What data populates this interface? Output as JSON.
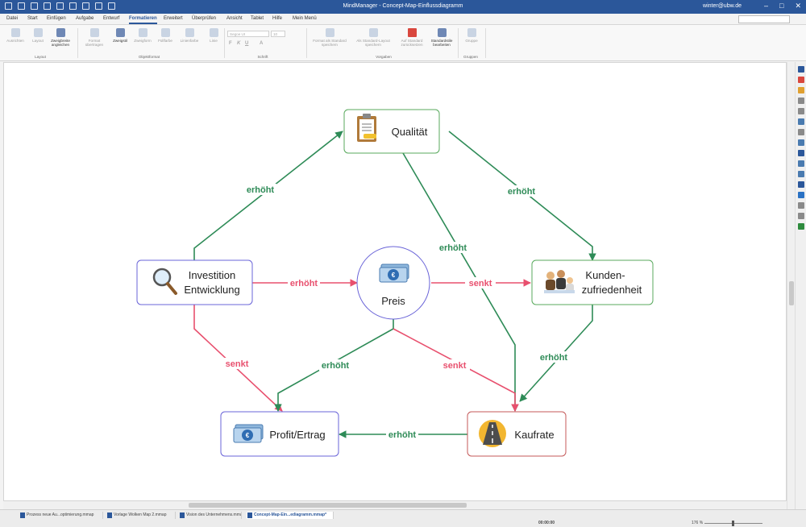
{
  "window": {
    "title": "MindManager - Concept-Map-Einflussdiagramm",
    "user": "winter@ubw.de",
    "controls": [
      "–",
      "□",
      "✕"
    ]
  },
  "menu_tabs": [
    "Datei",
    "Start",
    "Einfügen",
    "Aufgabe",
    "Entwurf",
    "Formatieren",
    "Erweitert",
    "Überprüfen",
    "Ansicht",
    "Tablet",
    "Hilfe",
    "Mein Menü"
  ],
  "active_tab": "Formatieren",
  "ribbon": {
    "groups": [
      {
        "label": "Layout",
        "buttons": [
          "Ausrichten",
          "Layout",
          "Zweigbreite angleichen"
        ]
      },
      {
        "label": "Objektformat",
        "buttons": [
          "Format übertragen",
          "Zweigstil",
          "Zweigform",
          "Füllfarbe",
          "Linienfarbe",
          "Linie"
        ]
      },
      {
        "label": "Schrift",
        "font_name": "Segoe UI",
        "font_size": "10",
        "format_buttons": [
          "F",
          "K",
          "U",
          "A"
        ]
      },
      {
        "label": "Vorgaben",
        "buttons": [
          "Format als Standard speichern",
          "Als Standard-Layout speichern",
          "Auf Standard zurücksetzen",
          "Standardstile bearbeiten"
        ]
      },
      {
        "label": "Gruppen",
        "buttons": [
          "Gruppe"
        ]
      }
    ]
  },
  "map": {
    "nodes": {
      "qualitaet": {
        "label": "Qualität",
        "icon": "clipboard-icon",
        "border": "#58a95c"
      },
      "investition": {
        "line1": "Investition",
        "line2": "Entwicklung",
        "icon": "magnifier-icon",
        "border": "#6a64d8"
      },
      "preis": {
        "label": "Preis",
        "icon": "euro-banknote-icon",
        "border": "#6a64d8"
      },
      "kunden": {
        "line1": "Kunden-",
        "line2": "zufriedenheit",
        "icon": "people-icon",
        "border": "#58a95c"
      },
      "profit": {
        "label": "Profit/Ertrag",
        "icon": "euro-banknote-icon",
        "border": "#6a64d8"
      },
      "kaufrate": {
        "label": "Kaufrate",
        "icon": "road-icon",
        "border": "#c45a5a"
      }
    },
    "edges": [
      {
        "from": "Investition Entwicklung",
        "to": "Qualität",
        "label": "erhöht",
        "color": "#2e8b57"
      },
      {
        "from": "Investition Entwicklung",
        "to": "Preis",
        "label": "erhöht",
        "color": "#e8506e"
      },
      {
        "from": "Investition Entwicklung",
        "to": "Profit/Ertrag",
        "label": "senkt",
        "color": "#e8506e"
      },
      {
        "from": "Qualität",
        "to": "Kundenzufriedenheit",
        "label": "erhöht",
        "color": "#2e8b57"
      },
      {
        "from": "Qualität",
        "to": "Kaufrate",
        "label": "erhöht",
        "color": "#2e8b57"
      },
      {
        "from": "Preis",
        "to": "Kundenzufriedenheit",
        "label": "senkt",
        "color": "#e8506e"
      },
      {
        "from": "Preis",
        "to": "Profit/Ertrag",
        "label": "erhöht",
        "color": "#2e8b57"
      },
      {
        "from": "Preis",
        "to": "Kaufrate",
        "label": "senkt",
        "color": "#e8506e"
      },
      {
        "from": "Kundenzufriedenheit",
        "to": "Kaufrate",
        "label": "erhöht",
        "color": "#2e8b57"
      },
      {
        "from": "Kaufrate",
        "to": "Profit/Ertrag",
        "label": "erhöht",
        "color": "#2e8b57"
      }
    ]
  },
  "doc_tabs": [
    "Prozess neue Au...optimierung.mmap",
    "Vorlage Wolken Map 2.mmap",
    "Vision des Unternehmens.mmap",
    "Concept-Map-Ein...ediagramm.mmap*"
  ],
  "active_doc": "Concept-Map-Ein...ediagramm.mmap*",
  "status": {
    "time": "00:00:00",
    "zoom": "176 %"
  }
}
